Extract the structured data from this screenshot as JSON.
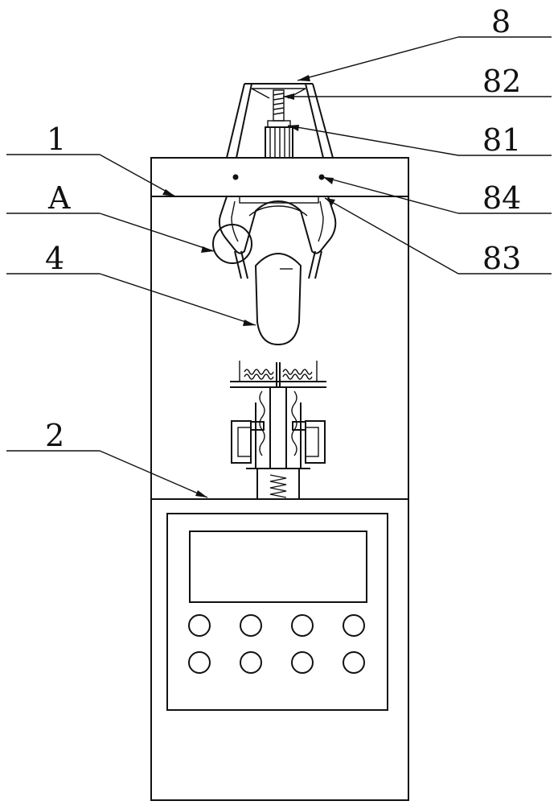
{
  "labels": {
    "l8": "8",
    "l82": "82",
    "l81": "81",
    "l1": "1",
    "l84": "84",
    "lA": "A",
    "l83": "83",
    "l4": "4",
    "l2": "2"
  },
  "panel": {
    "button_count": 8
  }
}
